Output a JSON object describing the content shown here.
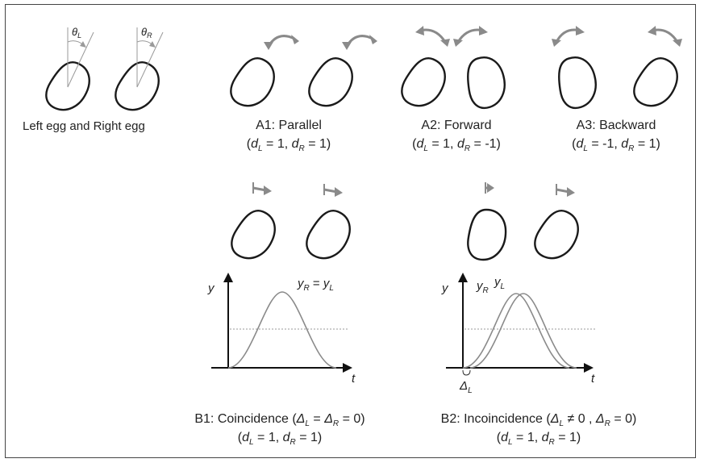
{
  "ref": {
    "caption": "Left egg and Right egg",
    "theta_symbol": "θ",
    "theta_left_sub": "L",
    "theta_right_sub": "R"
  },
  "panels": {
    "a1": {
      "title": "A1: Parallel",
      "dl": "1",
      "dr": "1"
    },
    "a2": {
      "title": "A2: Forward",
      "dl": "1",
      "dr": "-1"
    },
    "a3": {
      "title": "A3: Backward",
      "dl": "-1",
      "dr": "1"
    },
    "b1": {
      "title_prefix": "B1: Coincidence (",
      "delta_eq": " = ",
      "delta_mid": " = 0)",
      "dl": "1",
      "dr": "1"
    },
    "b2": {
      "title_prefix": "B2: Incoincidence (",
      "delta_neq": " ≠ 0 , ",
      "delta_eq0": " = 0)",
      "dl": "1",
      "dr": "1"
    }
  },
  "symbols": {
    "d": "d",
    "L": "L",
    "R": "R",
    "delta": "Δ",
    "y": "y",
    "t": "t",
    "eq": "=",
    "open": "(",
    "eq1": " = ",
    "comma": ", ",
    "close": ")"
  },
  "graphs": {
    "b1": {
      "ylabel": "y",
      "xlabel": "t",
      "curve_label": "yR = yL",
      "series": [
        {
          "name": "yR = yL"
        }
      ]
    },
    "b2": {
      "ylabel": "y",
      "xlabel": "t",
      "delta_label": "ΔL",
      "series": [
        {
          "name": "yR"
        },
        {
          "name": "yL"
        }
      ]
    }
  }
}
